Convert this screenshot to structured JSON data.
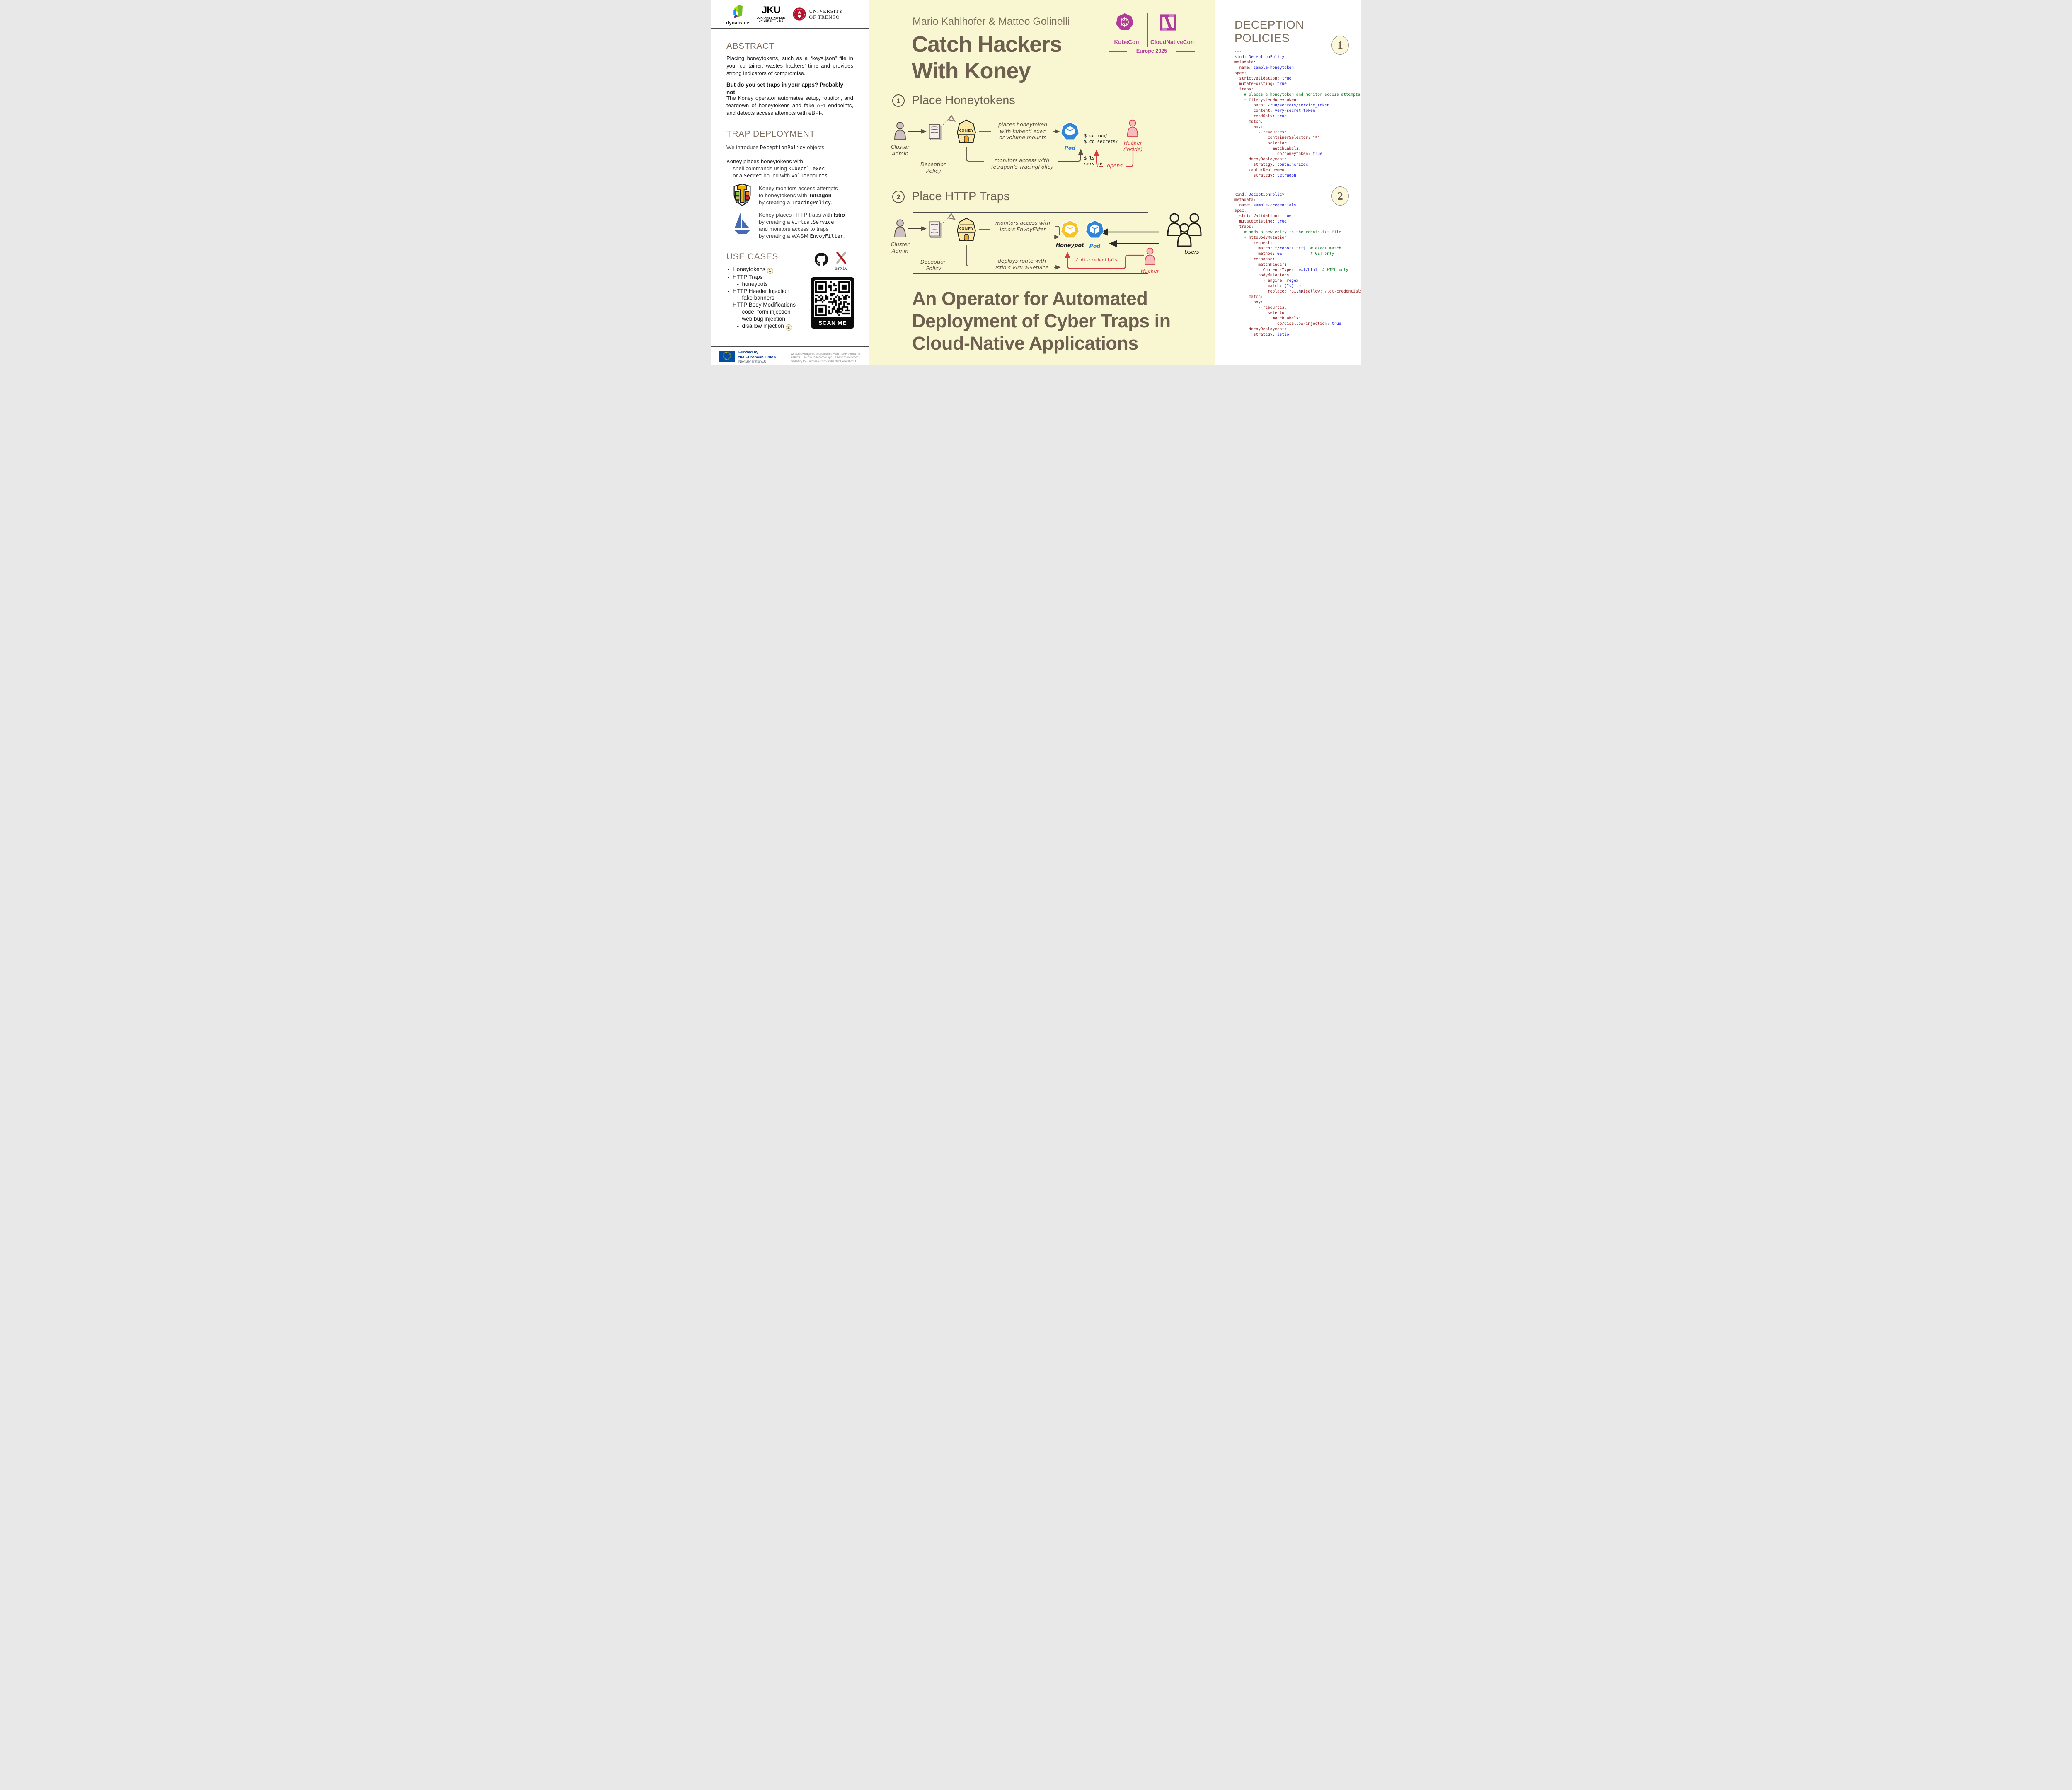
{
  "logos": {
    "dynatrace": "dynatrace",
    "jku_main": "JKU",
    "jku_sub1": "JOHANNES KEPLER",
    "jku_sub2": "UNIVERSITY LINZ",
    "trento_l1": "UNIVERSITY",
    "trento_l2": "OF TRENTO"
  },
  "left": {
    "abstract_title": "ABSTRACT",
    "abstract_p1": "Placing honeytokens, such as a “keys.json” file in your container, wastes hackers’ time and provides strong indicators of compromise.",
    "abstract_bold": "But do you set traps in your apps? Probably not!",
    "abstract_p2": "The Koney operator automates setup, rotation, and teardown of honeytokens and fake API endpoints, and detects access attempts with eBPF.",
    "trap_title": "TRAP DEPLOYMENT",
    "trap_intro": [
      [
        "p",
        "We introduce "
      ],
      [
        "m",
        "DeceptionPolicy"
      ],
      [
        "p",
        " objects."
      ]
    ],
    "trap_lead": "Koney places honeytokens with",
    "trap_b1": [
      [
        "p",
        " -  shell commands using "
      ],
      [
        "m",
        "kubectl exec"
      ]
    ],
    "trap_b2": [
      [
        "p",
        " -  or a "
      ],
      [
        "m",
        "Secret"
      ],
      [
        "p",
        " bound with "
      ],
      [
        "m",
        "volumeMounts"
      ]
    ],
    "tetragon_l1": [
      [
        "p",
        "Koney monitors access attempts"
      ]
    ],
    "tetragon_l2": [
      [
        "p",
        "to honeytokens with "
      ],
      [
        "b",
        "Tetragon"
      ]
    ],
    "tetragon_l3": [
      [
        "p",
        "by creating a "
      ],
      [
        "m",
        "TracingPolicy"
      ],
      [
        "p",
        "."
      ]
    ],
    "istio_l1": [
      [
        "p",
        "Koney places HTTP traps with "
      ],
      [
        "b",
        "Istio"
      ]
    ],
    "istio_l2": [
      [
        "p",
        "by creating a "
      ],
      [
        "m",
        "VirtualService"
      ]
    ],
    "istio_l3": [
      [
        "p",
        "and monitors access to traps"
      ]
    ],
    "istio_l4": [
      [
        "p",
        "by creating a WASM "
      ],
      [
        "m",
        "EnvoyFilter"
      ],
      [
        "p",
        "."
      ]
    ],
    "usecases_title": "USE CASES",
    "usecases": [
      [
        [
          "p",
          "-  Honeytokens "
        ],
        [
          "g",
          "1"
        ]
      ],
      [
        [
          "p",
          "-  HTTP Traps"
        ]
      ],
      [
        [
          "p",
          "      -  honeypots"
        ]
      ],
      [
        [
          "p",
          "-  HTTP Header Injection"
        ]
      ],
      [
        [
          "p",
          "      -  fake banners"
        ]
      ],
      [
        [
          "p",
          "-  HTTP Body Modifications"
        ]
      ],
      [
        [
          "p",
          "      -  code, form injection"
        ]
      ],
      [
        [
          "p",
          "      -  web bug injection"
        ]
      ],
      [
        [
          "p",
          "      -  disallow injection "
        ],
        [
          "g",
          "2"
        ]
      ]
    ],
    "arxiv": "arXiv",
    "scan_me": "SCAN ME",
    "funded_l1": "Funded by",
    "funded_l2": "the European Union",
    "funded_l3": "NextGenerationEU",
    "ack": "We acknowledge the support of the MUR PNRR project PE SERICS – SecCO (PE00000014) CUP D33C22001300002 funded by the European Union under NextGenerationEU."
  },
  "middle": {
    "authors": "Mario Kahlhofer & Matteo Golinelli",
    "title_l1": "Catch Hackers",
    "title_l2": "With Koney",
    "kubecon": "KubeCon",
    "cloudnativecon": "CloudNativeCon",
    "event": "Europe 2025",
    "s1_num": "1",
    "s1_title": "Place Honeytokens",
    "s2_num": "2",
    "s2_title": "Place HTTP Traps",
    "d1": {
      "cluster_admin_l1": "Cluster",
      "cluster_admin_l2": "Admin",
      "policy_l1": "Deception",
      "policy_l2": "Policy",
      "koney": "KONEY",
      "places_l1": "places honeytoken",
      "places_l2": "with kubectl exec",
      "places_l3": "or volume mounts",
      "pod": "Pod",
      "term_l1": "$ cd run/",
      "term_l2": "$ cd secrets/",
      "term_l3": "$ ls",
      "term_l4": "service_token",
      "hacker_l1": "Hacker",
      "hacker_l2": "(inside)",
      "monitors_l1": "monitors access with",
      "monitors_l2": "Tetragon’s TracingPolicy",
      "opens": "opens"
    },
    "d2": {
      "cluster_admin_l1": "Cluster",
      "cluster_admin_l2": "Admin",
      "policy_l1": "Deception",
      "policy_l2": "Policy",
      "koney": "KONEY",
      "monitors_l1": "monitors access with",
      "monitors_l2": "Istio’s EnvoyFilter",
      "deploys_l1": "deploys route with",
      "deploys_l2": "Istio’s VirtualService",
      "honeypot": "Honeypot",
      "pod": "Pod",
      "users": "Users",
      "hacker": "Hacker",
      "cred": "/.dt-credentials"
    },
    "subtitle_l1": "An Operator for Automated",
    "subtitle_l2": "Deployment of Cyber Traps in",
    "subtitle_l3": "Cloud-Native Applications"
  },
  "right": {
    "title": "DECEPTION POLICIES",
    "badge1": "1",
    "badge2": "2",
    "yaml1": [
      [
        [
          "p",
          "---"
        ]
      ],
      [
        [
          "k",
          "kind"
        ],
        [
          "p",
          ": "
        ],
        [
          "v",
          "DeceptionPolicy"
        ]
      ],
      [
        [
          "k",
          "metadata"
        ],
        [
          "p",
          ":"
        ]
      ],
      [
        [
          "p",
          "  "
        ],
        [
          "k",
          "name"
        ],
        [
          "p",
          ": "
        ],
        [
          "v",
          "sample-honeytoken"
        ]
      ],
      [
        [
          "k",
          "spec"
        ],
        [
          "p",
          ":"
        ]
      ],
      [
        [
          "p",
          "  "
        ],
        [
          "k",
          "strictValidation"
        ],
        [
          "p",
          ": "
        ],
        [
          "v",
          "true"
        ]
      ],
      [
        [
          "p",
          "  "
        ],
        [
          "k",
          "mutateExisting"
        ],
        [
          "p",
          ": "
        ],
        [
          "v",
          "true"
        ]
      ],
      [
        [
          "p",
          "  "
        ],
        [
          "k",
          "traps"
        ],
        [
          "p",
          ":"
        ]
      ],
      [
        [
          "p",
          "    "
        ],
        [
          "c",
          "# places a honeytoken and monitor access attempts"
        ]
      ],
      [
        [
          "p",
          "    - "
        ],
        [
          "k",
          "filesystemHoneytoken"
        ],
        [
          "p",
          ":"
        ]
      ],
      [
        [
          "p",
          "        "
        ],
        [
          "k",
          "path"
        ],
        [
          "p",
          ": "
        ],
        [
          "v",
          "/run/secrets/service_token"
        ]
      ],
      [
        [
          "p",
          "        "
        ],
        [
          "k",
          "content"
        ],
        [
          "p",
          ": "
        ],
        [
          "v",
          "very-secret-token"
        ]
      ],
      [
        [
          "p",
          "        "
        ],
        [
          "k",
          "readOnly"
        ],
        [
          "p",
          ": "
        ],
        [
          "v",
          "true"
        ]
      ],
      [
        [
          "p",
          "      "
        ],
        [
          "k",
          "match"
        ],
        [
          "p",
          ":"
        ]
      ],
      [
        [
          "p",
          "        "
        ],
        [
          "k",
          "any"
        ],
        [
          "p",
          ":"
        ]
      ],
      [
        [
          "p",
          "          - "
        ],
        [
          "k",
          "resources"
        ],
        [
          "p",
          ":"
        ]
      ],
      [
        [
          "p",
          "              "
        ],
        [
          "k",
          "containerSelector"
        ],
        [
          "p",
          ": "
        ],
        [
          "s",
          "\"*\""
        ]
      ],
      [
        [
          "p",
          "              "
        ],
        [
          "k",
          "selector"
        ],
        [
          "p",
          ":"
        ]
      ],
      [
        [
          "p",
          "                "
        ],
        [
          "k",
          "matchLabels"
        ],
        [
          "p",
          ":"
        ]
      ],
      [
        [
          "p",
          "                  "
        ],
        [
          "k",
          "op/honeytoken"
        ],
        [
          "p",
          ": "
        ],
        [
          "v",
          "true"
        ]
      ],
      [
        [
          "p",
          "      "
        ],
        [
          "k",
          "decoyDeployment"
        ],
        [
          "p",
          ":"
        ]
      ],
      [
        [
          "p",
          "        "
        ],
        [
          "k",
          "strategy"
        ],
        [
          "p",
          ": "
        ],
        [
          "v",
          "containerExec"
        ]
      ],
      [
        [
          "p",
          "      "
        ],
        [
          "k",
          "captorDeployment"
        ],
        [
          "p",
          ":"
        ]
      ],
      [
        [
          "p",
          "        "
        ],
        [
          "k",
          "strategy"
        ],
        [
          "p",
          ": "
        ],
        [
          "v",
          "tetragon"
        ]
      ]
    ],
    "yaml2": [
      [
        [
          "p",
          "---"
        ]
      ],
      [
        [
          "k",
          "kind"
        ],
        [
          "p",
          ": "
        ],
        [
          "v",
          "DeceptionPolicy"
        ]
      ],
      [
        [
          "k",
          "metadata"
        ],
        [
          "p",
          ":"
        ]
      ],
      [
        [
          "p",
          "  "
        ],
        [
          "k",
          "name"
        ],
        [
          "p",
          ": "
        ],
        [
          "v",
          "sample-credentials"
        ]
      ],
      [
        [
          "k",
          "spec"
        ],
        [
          "p",
          ":"
        ]
      ],
      [
        [
          "p",
          "  "
        ],
        [
          "k",
          "strictValidation"
        ],
        [
          "p",
          ": "
        ],
        [
          "v",
          "true"
        ]
      ],
      [
        [
          "p",
          "  "
        ],
        [
          "k",
          "mutateExisting"
        ],
        [
          "p",
          ": "
        ],
        [
          "v",
          "true"
        ]
      ],
      [
        [
          "p",
          "  "
        ],
        [
          "k",
          "traps"
        ],
        [
          "p",
          ":"
        ]
      ],
      [
        [
          "p",
          "    "
        ],
        [
          "c",
          "# adds a new entry to the robots.txt file"
        ]
      ],
      [
        [
          "p",
          "    - "
        ],
        [
          "k",
          "httpBodyMutation"
        ],
        [
          "p",
          ":"
        ]
      ],
      [
        [
          "p",
          "        "
        ],
        [
          "k",
          "request"
        ],
        [
          "p",
          ":"
        ]
      ],
      [
        [
          "p",
          "          "
        ],
        [
          "k",
          "match"
        ],
        [
          "p",
          ": "
        ],
        [
          "v",
          "^/robots.txt$"
        ],
        [
          "p",
          "  "
        ],
        [
          "c",
          "# exact match"
        ]
      ],
      [
        [
          "p",
          "          "
        ],
        [
          "k",
          "method"
        ],
        [
          "p",
          ": "
        ],
        [
          "v",
          "GET"
        ],
        [
          "p",
          "           "
        ],
        [
          "c",
          "# GET only"
        ]
      ],
      [
        [
          "p",
          "        "
        ],
        [
          "k",
          "response"
        ],
        [
          "p",
          ":"
        ]
      ],
      [
        [
          "p",
          "          "
        ],
        [
          "k",
          "matchHeaders"
        ],
        [
          "p",
          ":"
        ]
      ],
      [
        [
          "p",
          "            "
        ],
        [
          "k",
          "Content-Type"
        ],
        [
          "p",
          ": "
        ],
        [
          "v",
          "text/html"
        ],
        [
          "p",
          "  "
        ],
        [
          "c",
          "# HTML only"
        ]
      ],
      [
        [
          "p",
          "          "
        ],
        [
          "k",
          "bodyMutations"
        ],
        [
          "p",
          ":"
        ]
      ],
      [
        [
          "p",
          "            - "
        ],
        [
          "k",
          "engine"
        ],
        [
          "p",
          ": "
        ],
        [
          "v",
          "regex"
        ]
      ],
      [
        [
          "p",
          "              "
        ],
        [
          "k",
          "match"
        ],
        [
          "p",
          ": "
        ],
        [
          "v",
          "(?s)(.*)"
        ]
      ],
      [
        [
          "p",
          "              "
        ],
        [
          "k",
          "replace"
        ],
        [
          "p",
          ": "
        ],
        [
          "s",
          "\"$1"
        ],
        [
          "e",
          "\\n"
        ],
        [
          "s",
          "Disallow: /.dt-credentials\""
        ]
      ],
      [
        [
          "p",
          "      "
        ],
        [
          "k",
          "match"
        ],
        [
          "p",
          ":"
        ]
      ],
      [
        [
          "p",
          "        "
        ],
        [
          "k",
          "any"
        ],
        [
          "p",
          ":"
        ]
      ],
      [
        [
          "p",
          "          - "
        ],
        [
          "k",
          "resources"
        ],
        [
          "p",
          ":"
        ]
      ],
      [
        [
          "p",
          "              "
        ],
        [
          "k",
          "selector"
        ],
        [
          "p",
          ":"
        ]
      ],
      [
        [
          "p",
          "                "
        ],
        [
          "k",
          "matchLabels"
        ],
        [
          "p",
          ":"
        ]
      ],
      [
        [
          "p",
          "                  "
        ],
        [
          "k",
          "op/disallow-injection"
        ],
        [
          "p",
          ": "
        ],
        [
          "v",
          "true"
        ]
      ],
      [
        [
          "p",
          "      "
        ],
        [
          "k",
          "decoyDeployment"
        ],
        [
          "p",
          ":"
        ]
      ],
      [
        [
          "p",
          "        "
        ],
        [
          "k",
          "strategy"
        ],
        [
          "p",
          ": "
        ],
        [
          "v",
          "istio"
        ]
      ]
    ]
  }
}
